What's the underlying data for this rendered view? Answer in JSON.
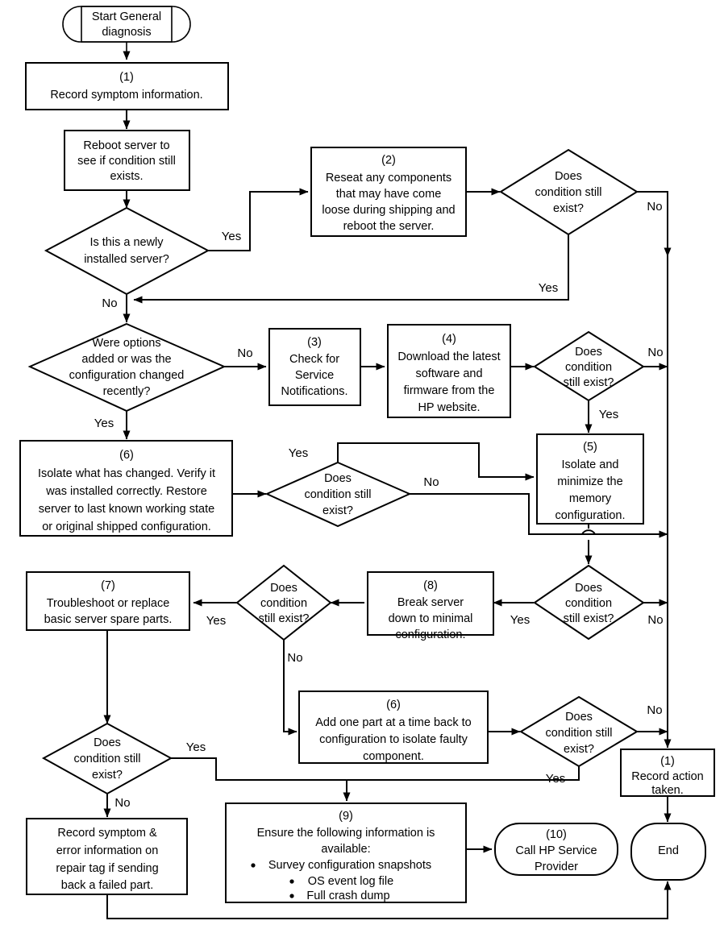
{
  "diagram": {
    "title": "General diagnosis flowchart",
    "type": "flowchart",
    "stroke_color": "#000000",
    "fill_color": "#ffffff",
    "background": "#ffffff"
  },
  "nodes": {
    "start": {
      "shape": "stadium",
      "lines": [
        "Start General",
        "diagnosis"
      ]
    },
    "n1_record_symptom": {
      "shape": "process",
      "num": "(1)",
      "lines": [
        "Record symptom information."
      ]
    },
    "reboot": {
      "shape": "process",
      "lines": [
        "Reboot server to",
        "see if condition still",
        "exists."
      ]
    },
    "d_newly_installed": {
      "shape": "decision",
      "lines": [
        "Is this a newly",
        "installed server?"
      ]
    },
    "n2_reseat": {
      "shape": "process",
      "num": "(2)",
      "lines": [
        "Reseat any components",
        "that may have come",
        "loose during shipping and",
        "reboot the server."
      ]
    },
    "d_cond_after_reseat": {
      "shape": "decision",
      "lines": [
        "Does",
        "condition still",
        "exist?"
      ]
    },
    "d_options_added": {
      "shape": "decision",
      "lines": [
        "Were options",
        "added or was the",
        "configuration changed",
        "recently?"
      ]
    },
    "n3_service_notifications": {
      "shape": "process",
      "num": "(3)",
      "lines": [
        "Check for",
        "Service",
        "Notifications."
      ]
    },
    "n4_download": {
      "shape": "process",
      "num": "(4)",
      "lines": [
        "Download the latest",
        "software and",
        "firmware from the",
        "HP website."
      ]
    },
    "d_cond_after_download": {
      "shape": "decision",
      "lines": [
        "Does",
        "condition",
        "still exist?"
      ]
    },
    "n6_isolate_changed": {
      "shape": "process",
      "num": "(6)",
      "lines": [
        "Isolate what has changed. Verify it",
        "was installed correctly.  Restore",
        "server to last known working state",
        "or original shipped configuration."
      ]
    },
    "d_cond_after_isolate": {
      "shape": "decision",
      "lines": [
        "Does",
        "condition still",
        "exist?"
      ]
    },
    "n5_minimize_memory": {
      "shape": "process",
      "num": "(5)",
      "lines": [
        "Isolate and",
        "minimize the",
        "memory",
        "configuration."
      ]
    },
    "d_cond_after_memory": {
      "shape": "decision",
      "lines": [
        "Does",
        "condition",
        "still exist?"
      ]
    },
    "n8_break_down": {
      "shape": "process",
      "num": "(8)",
      "lines": [
        "Break server",
        "down to minimal",
        "configuration."
      ]
    },
    "d_cond_after_break": {
      "shape": "decision",
      "lines": [
        "Does",
        "condition",
        "still exist?"
      ]
    },
    "n7_troubleshoot": {
      "shape": "process",
      "num": "(7)",
      "lines": [
        "Troubleshoot or replace",
        "basic server spare parts."
      ]
    },
    "d_cond_after_spare": {
      "shape": "decision",
      "lines": [
        "Does",
        "condition still",
        "exist?"
      ]
    },
    "n6b_add_one_part": {
      "shape": "process",
      "num": "(6)",
      "lines": [
        "Add one part at a time back to",
        "configuration to isolate faulty",
        "component."
      ]
    },
    "d_cond_after_addpart": {
      "shape": "decision",
      "lines": [
        "Does",
        "condition still",
        "exist?"
      ]
    },
    "n_record_symptom_error": {
      "shape": "process",
      "lines": [
        "Record symptom &",
        "error information on",
        "repair tag if sending",
        "back a failed part."
      ]
    },
    "n9_ensure_info": {
      "shape": "process",
      "num": "(9)",
      "lines": [
        "Ensure the following information is",
        "available:"
      ],
      "bullets": [
        "Survey configuration snapshots",
        "OS event log file",
        "Full crash dump"
      ]
    },
    "n10_call_hp": {
      "shape": "stadium",
      "num": "(10)",
      "lines": [
        "Call HP Service",
        "Provider"
      ]
    },
    "n1b_record_action": {
      "shape": "process",
      "num": "(1)",
      "lines": [
        "Record action",
        "taken."
      ]
    },
    "end": {
      "shape": "stadium",
      "lines": [
        "End"
      ]
    }
  },
  "edge_labels": {
    "yes": "Yes",
    "no": "No"
  },
  "edges": [
    {
      "from": "start",
      "to": "n1_record_symptom",
      "label": ""
    },
    {
      "from": "n1_record_symptom",
      "to": "reboot",
      "label": ""
    },
    {
      "from": "reboot",
      "to": "d_newly_installed",
      "label": ""
    },
    {
      "from": "d_newly_installed",
      "to": "n2_reseat",
      "label": "Yes"
    },
    {
      "from": "d_newly_installed",
      "to": "d_options_added",
      "label": "No"
    },
    {
      "from": "n2_reseat",
      "to": "d_cond_after_reseat",
      "label": ""
    },
    {
      "from": "d_cond_after_reseat",
      "to": "right-bus",
      "label": "No"
    },
    {
      "from": "d_cond_after_reseat",
      "to": "d_options_added",
      "label": "Yes"
    },
    {
      "from": "d_options_added",
      "to": "n3_service_notifications",
      "label": "No"
    },
    {
      "from": "d_options_added",
      "to": "n6_isolate_changed",
      "label": "Yes"
    },
    {
      "from": "n3_service_notifications",
      "to": "n4_download",
      "label": ""
    },
    {
      "from": "n4_download",
      "to": "d_cond_after_download",
      "label": ""
    },
    {
      "from": "d_cond_after_download",
      "to": "right-bus",
      "label": "No"
    },
    {
      "from": "d_cond_after_download",
      "to": "n5_minimize_memory",
      "label": "Yes"
    },
    {
      "from": "n6_isolate_changed",
      "to": "d_cond_after_isolate",
      "label": ""
    },
    {
      "from": "d_cond_after_isolate",
      "to": "n5_minimize_memory",
      "label": "Yes"
    },
    {
      "from": "d_cond_after_isolate",
      "to": "right-bus",
      "label": "No"
    },
    {
      "from": "n5_minimize_memory",
      "to": "d_cond_after_memory",
      "label": ""
    },
    {
      "from": "d_cond_after_memory",
      "to": "n8_break_down",
      "label": "Yes"
    },
    {
      "from": "d_cond_after_memory",
      "to": "right-bus",
      "label": "No"
    },
    {
      "from": "n8_break_down",
      "to": "d_cond_after_break",
      "label": ""
    },
    {
      "from": "d_cond_after_break",
      "to": "n7_troubleshoot",
      "label": "Yes"
    },
    {
      "from": "d_cond_after_break",
      "to": "n6b_add_one_part",
      "label": "No"
    },
    {
      "from": "n7_troubleshoot",
      "to": "d_cond_after_spare",
      "label": ""
    },
    {
      "from": "d_cond_after_spare",
      "to": "n9_ensure_info",
      "label": "Yes"
    },
    {
      "from": "d_cond_after_spare",
      "to": "n_record_symptom_error",
      "label": "No"
    },
    {
      "from": "n6b_add_one_part",
      "to": "d_cond_after_addpart",
      "label": ""
    },
    {
      "from": "d_cond_after_addpart",
      "to": "right-bus",
      "label": "No"
    },
    {
      "from": "d_cond_after_addpart",
      "to": "n9_ensure_info",
      "label": "Yes"
    },
    {
      "from": "n9_ensure_info",
      "to": "n10_call_hp",
      "label": ""
    },
    {
      "from": "right-bus",
      "to": "n1b_record_action",
      "label": ""
    },
    {
      "from": "n1b_record_action",
      "to": "end",
      "label": ""
    },
    {
      "from": "n_record_symptom_error",
      "to": "end",
      "label": ""
    }
  ]
}
